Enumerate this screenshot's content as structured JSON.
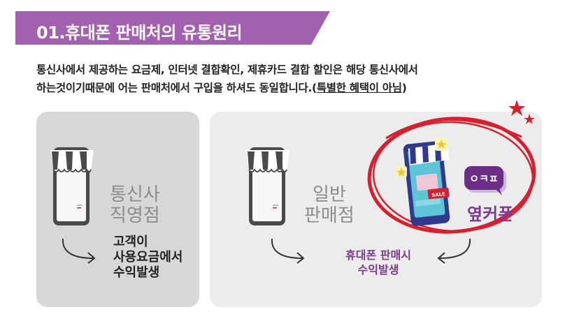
{
  "title": "01.휴대폰 판매처의 유통원리",
  "description": {
    "line1": "통신사에서 제공하는 요금제, 인터넷 결합확인, 제휴카드 결합 할인은 해당 통신사에서",
    "line2_prefix": "하는것이기때문에 어는 판매처에서 구입을 하셔도 동일합니다.(",
    "line2_underlined": "특별한 혜택이 아님",
    "line2_suffix": ")"
  },
  "left_panel": {
    "store_label_line1": "통신사",
    "store_label_line2": "직영점",
    "profit_line1": "고객이",
    "profit_line2": "사용요금에서",
    "profit_line3": "수익발생"
  },
  "right_panel": {
    "store_label_line1": "일반",
    "store_label_line2": "판매점",
    "profit_line1": "휴대폰 판매시",
    "profit_line2": "수익발생",
    "bubble_text": "ㅇㅋㅍ",
    "brand_label": "옆커폰",
    "phone_tag": "SALE"
  },
  "colors": {
    "title_bar": "#a35fb0",
    "brand_purple": "#7a3a8e",
    "highlight_red": "#d6202f",
    "left_panel_bg": "#d7d7d7",
    "right_panel_bg": "#ececec"
  },
  "icons": [
    "store-phone-icon",
    "sale-phone-icon",
    "speech-bubble-icon",
    "star-icon",
    "curved-arrow-icon"
  ]
}
